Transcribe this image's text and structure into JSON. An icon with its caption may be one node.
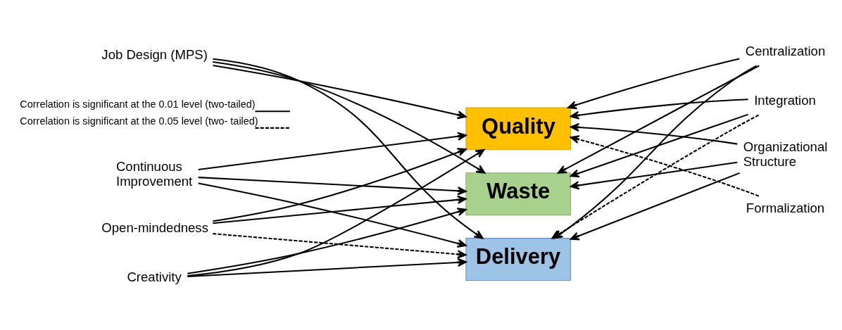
{
  "diagram": {
    "nodes": [
      {
        "text": [
          "Open-mindedness"
        ]
      },
      {
        "text": [
          "Creativity"
        ]
      },
      {
        "text": [
          "Continuous Improvement"
        ]
      },
      {
        "text": [
          "Job Design (MPS)"
        ]
      },
      {
        "text": [
          "Quality"
        ]
      },
      {
        "text": [
          "Waste"
        ]
      },
      {
        "text": [
          "Delivery"
        ]
      },
      {
        "text": [
          "Centralization"
        ]
      },
      {
        "text": [
          "Integration"
        ]
      },
      {
        "text": [
          "Formalization"
        ]
      },
      {
        "text": [
          "Organizational Structure"
        ]
      }
    ],
    "edges": [
      {
        "from": 0,
        "to": 4,
        "arrow": "to"
      },
      {
        "from": 0,
        "to": 5,
        "arrow": "to"
      },
      {
        "from": 0,
        "to": 6,
        "arrow": "to",
        "style": "dashed"
      },
      {
        "from": 1,
        "to": 4,
        "arrow": "to"
      },
      {
        "from": 1,
        "to": 5,
        "arrow": "to"
      },
      {
        "from": 1,
        "to": 6,
        "arrow": "to"
      },
      {
        "from": 2,
        "to": 4,
        "arrow": "to"
      },
      {
        "from": 2,
        "to": 5,
        "arrow": "to"
      },
      {
        "from": 2,
        "to": 6,
        "arrow": "to"
      },
      {
        "from": 3,
        "to": 4,
        "arrow": "to"
      },
      {
        "from": 3,
        "to": 5,
        "arrow": "to"
      },
      {
        "from": 3,
        "to": 6,
        "arrow": "to"
      },
      {
        "from": 7,
        "to": 4,
        "arrow": "to"
      },
      {
        "from": 7,
        "to": 5,
        "arrow": "to"
      },
      {
        "from": 7,
        "to": 6,
        "arrow": "to"
      },
      {
        "from": 8,
        "to": 4,
        "arrow": "to"
      },
      {
        "from": 8,
        "to": 5,
        "arrow": "to"
      },
      {
        "from": 8,
        "to": 6,
        "arrow": "to",
        "style": "dashed"
      },
      {
        "from": 9,
        "to": 4,
        "arrow": "to",
        "style": "dashed"
      },
      {
        "from": 10,
        "to": 4,
        "arrow": "to"
      },
      {
        "from": 10,
        "to": 5,
        "arrow": "to"
      },
      {
        "from": 10,
        "to": 6,
        "arrow": "to"
      }
    ],
    "legend": [
      {
        "text": "Correlation is significant at the 0.01 level (two-tailed)"
      },
      {
        "text": "Correlation is significant at the 0.05 level (two- tailed)"
      }
    ]
  }
}
